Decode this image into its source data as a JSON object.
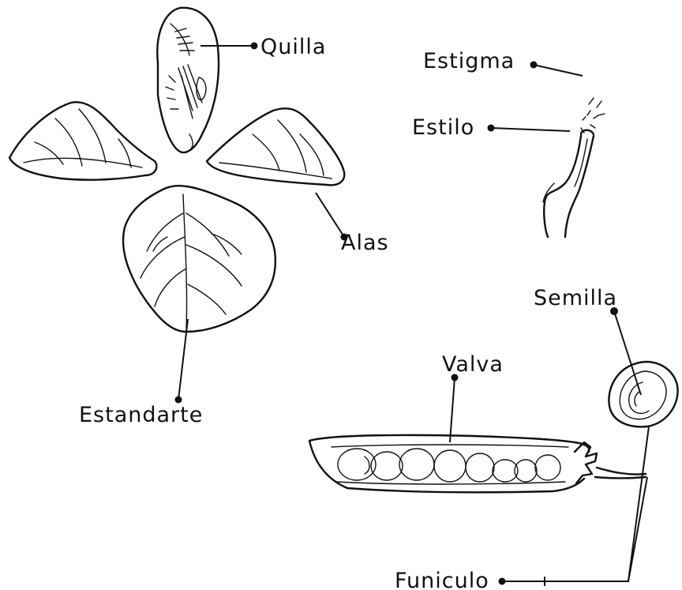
{
  "labels": {
    "quilla": "Quilla",
    "alas": "Alas",
    "estandarte": "Estandarte",
    "estigma": "Estigma",
    "estilo": "Estilo",
    "semilla": "Semilla",
    "valva": "Valva",
    "funiculo": "Funiculo"
  }
}
